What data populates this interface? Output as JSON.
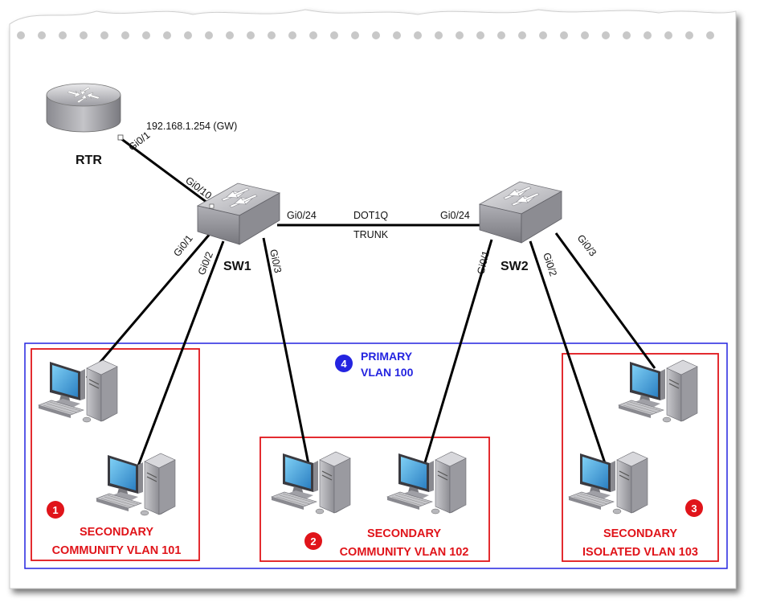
{
  "devices": {
    "router": {
      "name": "RTR",
      "ip": "192.168.1.254 (GW)",
      "port": "Gi0/1"
    },
    "sw1": {
      "name": "SW1",
      "ports": {
        "uplink": "Gi0/10",
        "trunk": "Gi0/24",
        "p1": "Gi0/1",
        "p2": "Gi0/2",
        "p3": "Gi0/3"
      }
    },
    "sw2": {
      "name": "SW2",
      "ports": {
        "trunk": "Gi0/24",
        "p1": "Gi0/1",
        "p2": "Gi0/2",
        "p3": "Gi0/3"
      }
    }
  },
  "trunk": {
    "line1": "DOT1Q",
    "line2": "TRUNK"
  },
  "primary": {
    "badge": "4",
    "line1": "PRIMARY",
    "line2": "VLAN 100"
  },
  "groups": [
    {
      "badge": "1",
      "line1": "SECONDARY",
      "line2": "COMMUNITY VLAN 101"
    },
    {
      "badge": "2",
      "line1": "SECONDARY",
      "line2": "COMMUNITY VLAN 102"
    },
    {
      "badge": "3",
      "line1": "SECONDARY",
      "line2": "ISOLATED VLAN 103"
    }
  ],
  "colors": {
    "red": "#e0141a",
    "blue": "#2424e0",
    "link": "#000000"
  }
}
